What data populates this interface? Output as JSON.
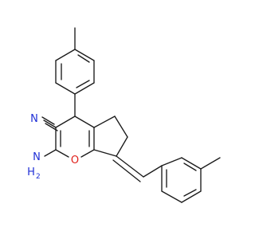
{
  "molecule": {
    "labels": {
      "nitrile_n": "N",
      "amino_n": "N",
      "amino_h": "H",
      "amino_h_count": "2",
      "ring_o": "O"
    },
    "colors": {
      "bond": "#1a1a1a",
      "nitrogen": "#1f2fd6",
      "oxygen": "#e0201b",
      "background": "#ffffff"
    }
  }
}
